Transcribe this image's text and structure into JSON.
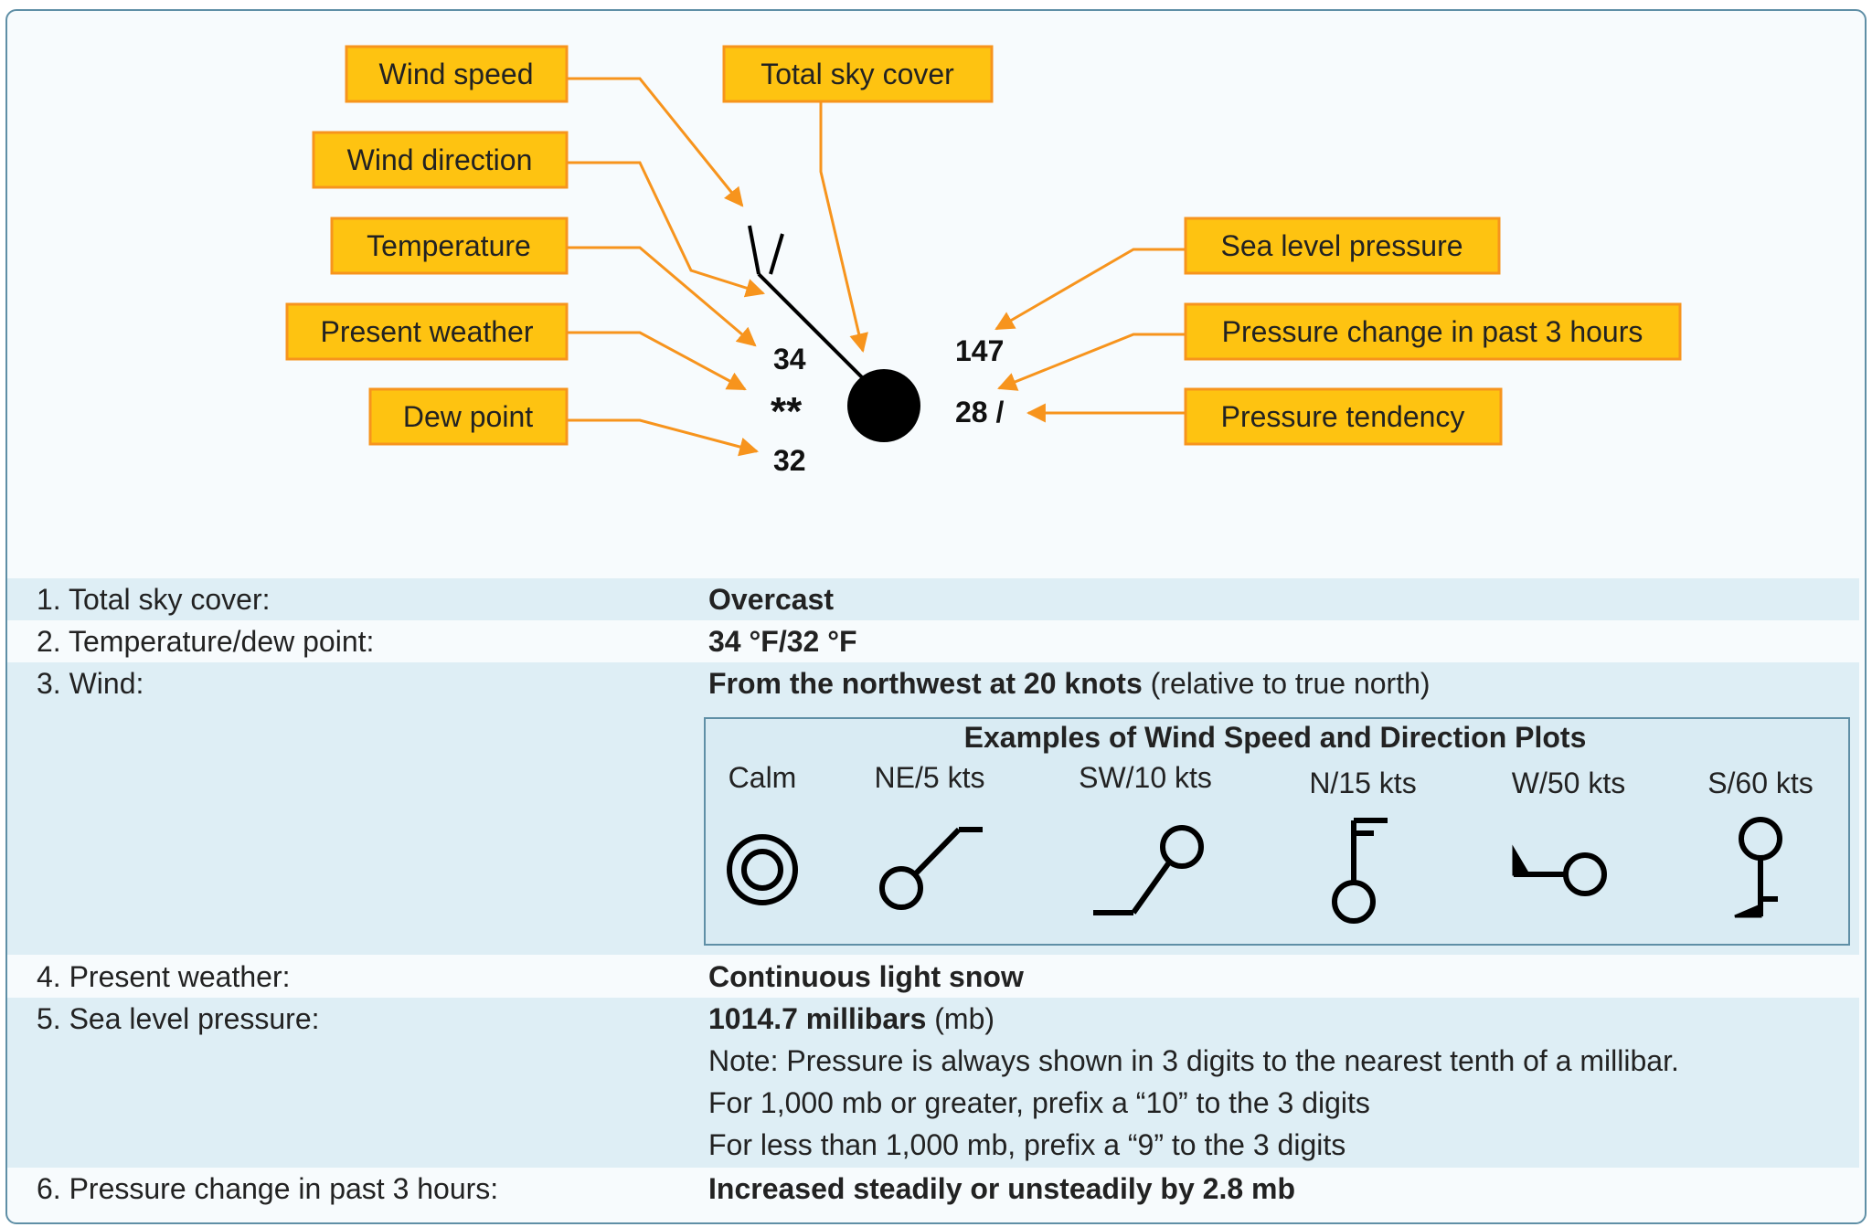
{
  "labels": {
    "wind_speed": "Wind speed",
    "total_sky_cover": "Total sky cover",
    "wind_direction": "Wind direction",
    "temperature": "Temperature",
    "present_weather": "Present weather",
    "dew_point": "Dew point",
    "sea_level_pressure": "Sea level pressure",
    "pressure_change": "Pressure change in past 3 hours",
    "pressure_tendency": "Pressure tendency"
  },
  "station": {
    "temperature": "34",
    "weather_symbol": "**",
    "dew_point": "32",
    "sea_level_pressure": "147",
    "pressure_change": "28 /"
  },
  "table": {
    "r1": {
      "label": "1. Total sky cover:",
      "value": "Overcast"
    },
    "r2": {
      "label": "2. Temperature/dew point:",
      "value": "34 °F/32 °F"
    },
    "r3": {
      "label": "3. Wind:",
      "value_bold": "From the northwest at 20 knots",
      "value_rest": " (relative to true north)"
    },
    "r4": {
      "label": "4. Present weather:",
      "value": "Continuous light snow"
    },
    "r5": {
      "label": "5. Sea level pressure:",
      "value_bold": "1014.7 millibars",
      "value_rest": " (mb)",
      "note1": "Note: Pressure is always shown in 3 digits to the nearest tenth of a millibar.",
      "note2": "For 1,000 mb or greater, prefix a “10” to the 3 digits",
      "note3": "For less than 1,000 mb, prefix a “9” to the 3 digits"
    },
    "r6": {
      "label": "6. Pressure change in past 3 hours:",
      "value": "Increased steadily or unsteadily by 2.8 mb"
    }
  },
  "examples": {
    "title": "Examples of Wind Speed and Direction Plots",
    "items": [
      "Calm",
      "NE/5 kts",
      "SW/10 kts",
      "N/15 kts",
      "W/50 kts",
      "S/60 kts"
    ]
  },
  "colors": {
    "label_fill": "#fec311",
    "label_border": "#f7941d",
    "arrow": "#f7941d",
    "band": "#deeef5",
    "border": "#5f8fa6"
  }
}
